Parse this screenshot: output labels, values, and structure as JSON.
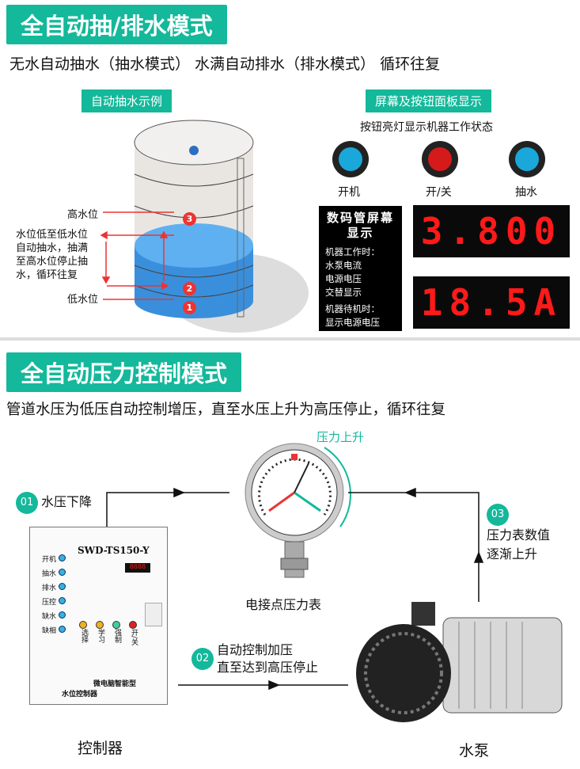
{
  "section1": {
    "title": "全自动抽/排水模式",
    "desc": "无水自动抽水（抽水模式） 水满自动排水（排水模式） 循环往复",
    "example_label": "自动抽水示例",
    "panel_label": "屏幕及按钮面板显示",
    "panel_desc": "按钮亮灯显示机器工作状态",
    "tank": {
      "high": "高水位",
      "low": "低水位",
      "note": [
        "水位低至低水位",
        "自动抽水，抽满",
        "至高水位停止抽",
        "水，循环往复"
      ],
      "markers": [
        "1",
        "2",
        "3"
      ]
    },
    "buttons": [
      {
        "label": "开机",
        "color": "#1aa7d9"
      },
      {
        "label": "开/关",
        "color": "#d41a1a"
      },
      {
        "label": "抽水",
        "color": "#1aa7d9"
      }
    ],
    "display_box": {
      "title": "数码管屏幕显示",
      "lines": [
        "机器工作时：",
        "水泵电流",
        "电源电压",
        "交替显示",
        "机器待机时：",
        "显示电源电压"
      ]
    },
    "displays": [
      "3.800",
      "18.5A"
    ]
  },
  "section2": {
    "title": "全自动压力控制模式",
    "desc": "管道水压为低压自动控制增压，直至水压上升为高压停止，循环往复",
    "gauge_label": "电接点压力表",
    "pressure_up": "压力上升",
    "steps": [
      {
        "num": "01",
        "text": "水压下降"
      },
      {
        "num": "02",
        "text": "自动控制加压",
        "text2": "直至达到高压停止"
      },
      {
        "num": "03",
        "text": "压力表数值",
        "text2": "逐渐上升"
      }
    ],
    "controller": {
      "label": "控制器",
      "model": "SWD-TS150-Y",
      "lights": [
        "开机",
        "抽水",
        "排水",
        "压控",
        "缺水",
        "缺相"
      ],
      "buttons": [
        "选择",
        "学习",
        "强制",
        "开/关"
      ],
      "brand1": "微电脑智能型",
      "brand2": "水位控制器"
    },
    "pump_label": "水泵"
  }
}
